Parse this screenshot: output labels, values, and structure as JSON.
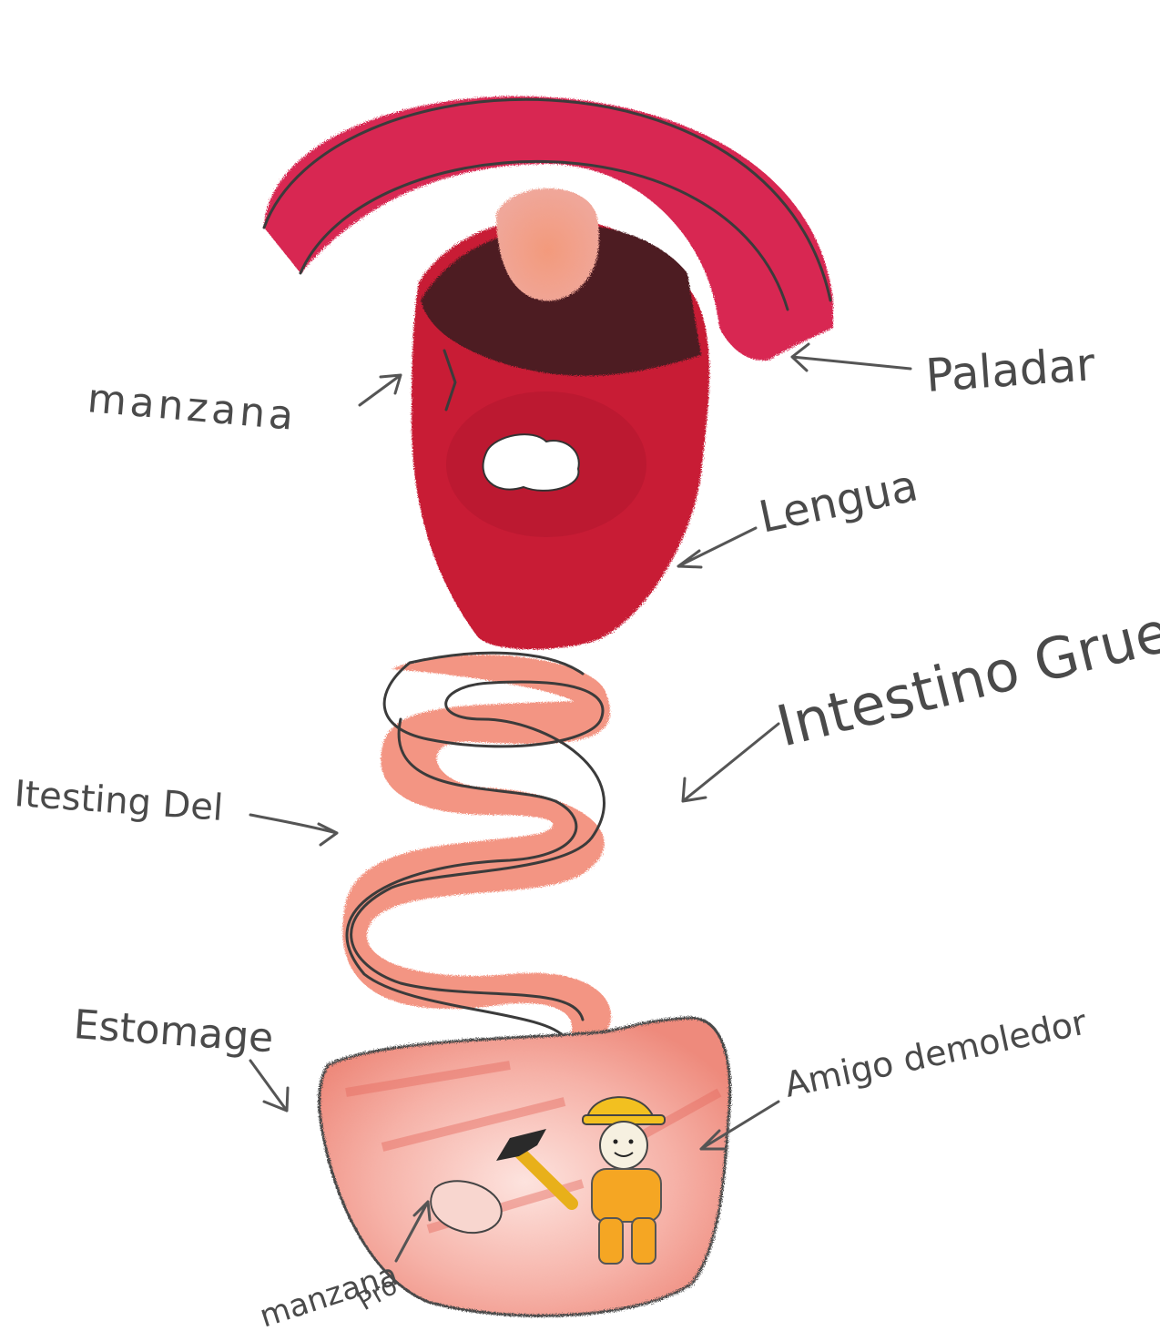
{
  "labels": {
    "palate": "Paladar",
    "apple_top": "manzana",
    "tongue": "Lengua",
    "large_intestine": "Intestino Grueso",
    "small_intestine": "Itesting Del",
    "stomach": "Estomage",
    "friend": "Amigo demoledor",
    "apple_bottom_line1": "manzana",
    "apple_bottom_line2": "Pro"
  },
  "colors": {
    "mouth_red": "#d01e3c",
    "mouth_dark": "#4a1a1e",
    "uvula": "#f08a78",
    "intestine": "#f07a68",
    "stomach": "#f4aaa0",
    "worker_yellow": "#f2b51e",
    "worker_orange": "#f5a623"
  },
  "icons": [
    "pickaxe-icon",
    "hard-hat-icon"
  ]
}
